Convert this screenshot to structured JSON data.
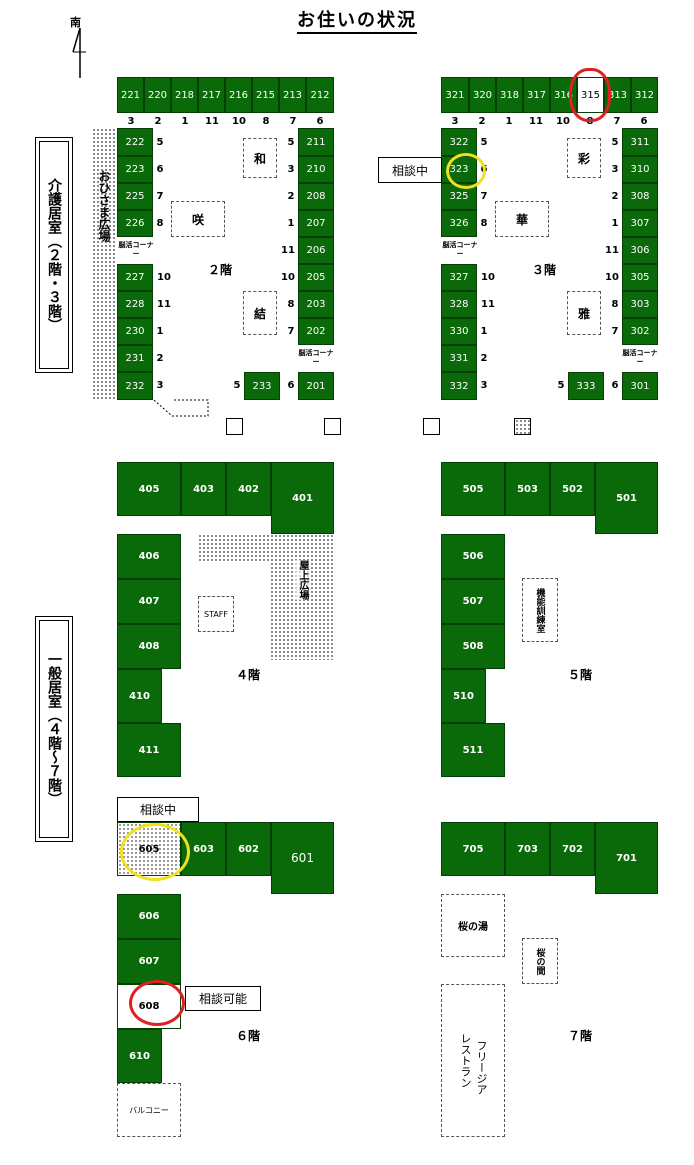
{
  "title": "お住いの状況",
  "compass": "南",
  "sidebars": {
    "care": "介護居室（２階・３階）",
    "general": "一般居室（４階～７階）"
  },
  "floors": {
    "f2": "２階",
    "f3": "３階",
    "f4": "４階",
    "f5": "５階",
    "f6": "６階",
    "f7": "７階"
  },
  "floor2": {
    "top": [
      "221",
      "220",
      "218",
      "217",
      "216",
      "215",
      "213",
      "212"
    ],
    "top_nums": [
      "3",
      "2",
      "1",
      "11",
      "10",
      "8",
      "7",
      "6"
    ],
    "left": [
      "222",
      "223",
      "225",
      "226",
      "227",
      "228",
      "230",
      "231",
      "232"
    ],
    "left_nums": [
      "5",
      "6",
      "7",
      "8",
      "10",
      "11",
      "1",
      "2",
      "3"
    ],
    "right": [
      "211",
      "210",
      "208",
      "207",
      "206",
      "205",
      "203",
      "202",
      "201"
    ],
    "right_nums": [
      "5",
      "3",
      "2",
      "1",
      "11",
      "10",
      "8",
      "7",
      "6"
    ],
    "center": "233",
    "center_num": "5",
    "units": [
      "和",
      "咲",
      "結"
    ],
    "plaza": "おひさま広場",
    "corner": "脳活コーナー"
  },
  "floor3": {
    "top": [
      "321",
      "320",
      "318",
      "317",
      "316",
      "315",
      "313",
      "312"
    ],
    "top_nums": [
      "3",
      "2",
      "1",
      "11",
      "10",
      "8",
      "7",
      "6"
    ],
    "left": [
      "322",
      "323",
      "325",
      "326",
      "327",
      "328",
      "330",
      "331",
      "332"
    ],
    "left_nums": [
      "5",
      "6",
      "7",
      "8",
      "10",
      "11",
      "1",
      "2",
      "3"
    ],
    "right": [
      "311",
      "310",
      "308",
      "307",
      "306",
      "305",
      "303",
      "302",
      "301"
    ],
    "right_nums": [
      "5",
      "3",
      "2",
      "1",
      "11",
      "10",
      "8",
      "7",
      "6"
    ],
    "center": "333",
    "center_num": "5",
    "units": [
      "彩",
      "華",
      "雅"
    ],
    "corner": "脳活コーナー",
    "callout": "相談中"
  },
  "floor4": {
    "top": [
      "405",
      "403",
      "402",
      "401"
    ],
    "left": [
      "406",
      "407",
      "408",
      "410",
      "411"
    ],
    "staff": "STAFF",
    "plaza": "屋上広場"
  },
  "floor5": {
    "top": [
      "505",
      "503",
      "502",
      "501"
    ],
    "left": [
      "506",
      "507",
      "508",
      "510",
      "511"
    ],
    "training": "機能訓練室"
  },
  "floor6": {
    "top": [
      "605",
      "603",
      "602",
      "601"
    ],
    "left": [
      "606",
      "607",
      "608",
      "610"
    ],
    "callout_top": "相談中",
    "callout_608": "相談可能",
    "balcony": "バルコニー"
  },
  "floor7": {
    "top": [
      "705",
      "703",
      "702",
      "701"
    ],
    "bath": "桜の湯",
    "room": "桜の間",
    "restaurant_line1": "レストラン",
    "restaurant_line2": "フリージア"
  },
  "colors": {
    "occupied": "#0a6a0a",
    "vacant": "#ffffff",
    "available_mark": "#e02020",
    "consulting_mark": "#f0e020"
  }
}
